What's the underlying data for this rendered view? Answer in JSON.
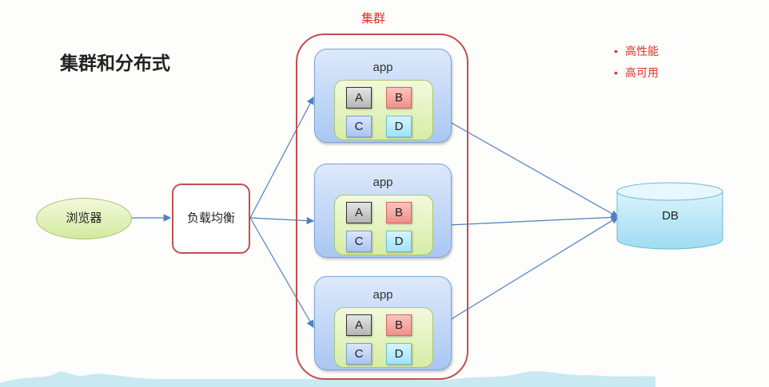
{
  "title": "集群和分布式",
  "cluster_label": "集群",
  "browser_label": "浏览器",
  "load_balancer_label": "负载均衡",
  "db_label": "DB",
  "bullets": [
    "高性能",
    "高可用"
  ],
  "bullet_glyph": "•",
  "apps": [
    {
      "label": "app",
      "modules": [
        "A",
        "B",
        "C",
        "D"
      ]
    },
    {
      "label": "app",
      "modules": [
        "A",
        "B",
        "C",
        "D"
      ]
    },
    {
      "label": "app",
      "modules": [
        "A",
        "B",
        "C",
        "D"
      ]
    }
  ],
  "colors": {
    "accent_red": "#c0504d",
    "text_red": "#e0322a",
    "connector": "#4f81bd"
  }
}
